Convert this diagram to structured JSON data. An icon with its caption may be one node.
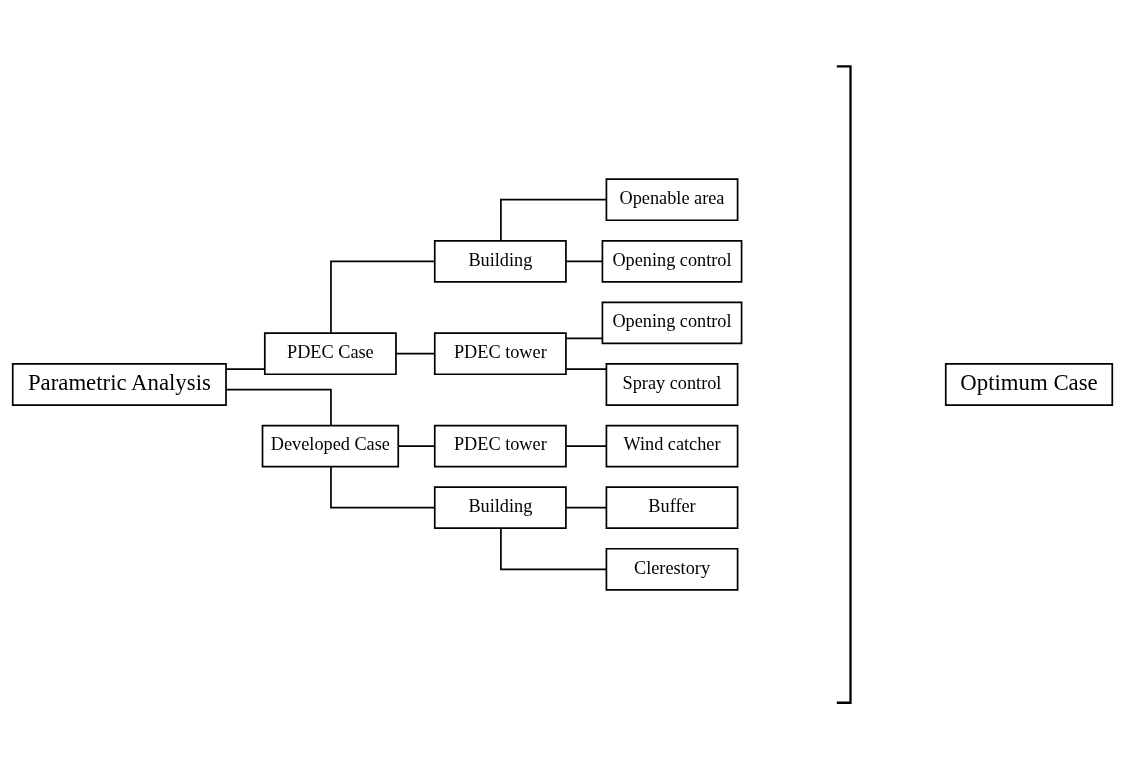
{
  "diagram": {
    "nodes": [
      {
        "text": [
          "Parametric Analysis"
        ]
      },
      {
        "text": [
          "PDEC Case"
        ]
      },
      {
        "text": [
          "Developed Case"
        ]
      },
      {
        "text": [
          "Building"
        ]
      },
      {
        "text": [
          "PDEC tower"
        ]
      },
      {
        "text": [
          "Openable area"
        ]
      },
      {
        "text": [
          "Opening control"
        ]
      },
      {
        "text": [
          "Opening control"
        ]
      },
      {
        "text": [
          "Spray control"
        ]
      },
      {
        "text": [
          "PDEC tower"
        ]
      },
      {
        "text": [
          "Building"
        ]
      },
      {
        "text": [
          "Wind catcher"
        ]
      },
      {
        "text": [
          "Buffer"
        ]
      },
      {
        "text": [
          "Clerestory"
        ]
      },
      {
        "text": [
          "Optimum Case"
        ]
      }
    ],
    "edges": [
      {
        "from": 0,
        "to": 1,
        "arrow": "none"
      },
      {
        "from": 0,
        "to": 2,
        "arrow": "none"
      },
      {
        "from": 1,
        "to": 3,
        "arrow": "none"
      },
      {
        "from": 1,
        "to": 4,
        "arrow": "none"
      },
      {
        "from": 3,
        "to": 5,
        "arrow": "none"
      },
      {
        "from": 3,
        "to": 6,
        "arrow": "none"
      },
      {
        "from": 4,
        "to": 7,
        "arrow": "none"
      },
      {
        "from": 4,
        "to": 8,
        "arrow": "none"
      },
      {
        "from": 2,
        "to": 9,
        "arrow": "none"
      },
      {
        "from": 2,
        "to": 10,
        "arrow": "none"
      },
      {
        "from": 9,
        "to": 11,
        "arrow": "none"
      },
      {
        "from": 10,
        "to": 12,
        "arrow": "none"
      },
      {
        "from": 10,
        "to": 13,
        "arrow": "none"
      }
    ]
  }
}
